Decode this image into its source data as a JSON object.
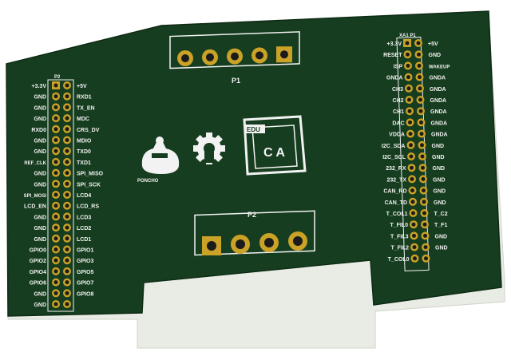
{
  "colors": {
    "board": "#163d1f",
    "board_edge": "#0e2b15",
    "board_side": "#e9ece4",
    "copper": "#c9a227",
    "drill": "#1b1b1b",
    "silkscreen": "#f2f2f2",
    "background": "#ffffff"
  },
  "connector_p1": {
    "label": "P1",
    "pin_count": 5
  },
  "connector_p2_bottom": {
    "label": "P2",
    "pin_count": 4
  },
  "header_left": {
    "ref": "P2",
    "left_labels": [
      "+3.3V",
      "GND",
      "GND",
      "GND",
      "RXD0",
      "GND",
      "GND",
      "REF_CLK",
      "GND",
      "GND",
      "SPI_MOSI",
      "LCD_EN",
      "GND",
      "GND",
      "GND",
      "GPIO0",
      "GPIO2",
      "GPIO4",
      "GPIO6",
      "GND",
      "GND"
    ],
    "right_labels": [
      "+5V",
      "RXD1",
      "TX_EN",
      "MDC",
      "CRS_DV",
      "MDIO",
      "TXD0",
      "TXD1",
      "SPI_MISO",
      "SPI_SCK",
      "LCD4",
      "LCD_RS",
      "LCD3",
      "LCD2",
      "LCD1",
      "GPIO1",
      "GPIO3",
      "GPIO5",
      "GPIO7",
      "GPIO8",
      ""
    ]
  },
  "header_right": {
    "ref": "XA1 P1",
    "left_labels": [
      "+3.3V",
      "RESET",
      "ISP",
      "GNDA",
      "CH3",
      "CH2",
      "CH1",
      "DAC",
      "VDDA",
      "I2C_SDA",
      "I2C_SCL",
      "232_RX",
      "232_TX",
      "CAN_RD",
      "CAN_TD",
      "T_COL1",
      "T_FIL0",
      "T_FIL3",
      "T_FIL2",
      "T_COL0"
    ],
    "right_labels": [
      "+5V",
      "GND",
      "WAKEUP",
      "GNDA",
      "GNDA",
      "GNDA",
      "GNDA",
      "GNDA",
      "GNDA",
      "GND",
      "GND",
      "GND",
      "GND",
      "GND",
      "GND",
      "T_C2",
      "T_F1",
      "GND",
      "GND",
      ""
    ]
  },
  "logos": {
    "poncho_text": "PONCHO",
    "edu_text": "EDU",
    "ca_text": "C A"
  },
  "icons": [
    "poncho-logo-icon",
    "open-hardware-gear-icon",
    "edu-ciaa-logo-icon"
  ]
}
